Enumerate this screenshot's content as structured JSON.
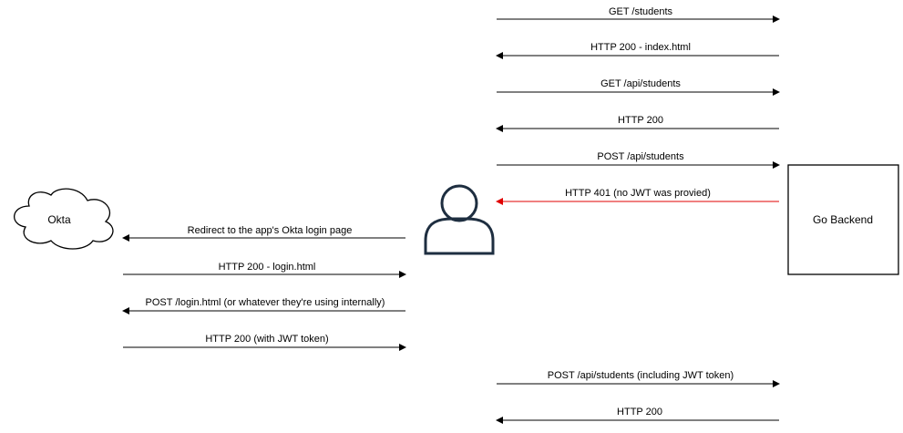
{
  "nodes": {
    "okta": {
      "label": "Okta"
    },
    "user": {
      "label": ""
    },
    "backend": {
      "label": "Go Backend"
    }
  },
  "colors": {
    "line": "#000000",
    "error": "#e00000"
  },
  "messages_backend": [
    {
      "label": "GET /students",
      "direction": "right",
      "status": "normal"
    },
    {
      "label": "HTTP 200 - index.html",
      "direction": "left",
      "status": "normal"
    },
    {
      "label": "GET /api/students",
      "direction": "right",
      "status": "normal"
    },
    {
      "label": "HTTP 200",
      "direction": "left",
      "status": "normal"
    },
    {
      "label": "POST /api/students",
      "direction": "right",
      "status": "normal"
    },
    {
      "label": "HTTP 401 (no JWT was provied)",
      "direction": "left",
      "status": "error"
    }
  ],
  "messages_okta": [
    {
      "label": "Redirect to the app's Okta login page",
      "direction": "left"
    },
    {
      "label": "HTTP 200 - login.html",
      "direction": "right"
    },
    {
      "label": "POST /login.html (or whatever they're using internally)",
      "direction": "left"
    },
    {
      "label": "HTTP 200 (with JWT token)",
      "direction": "right"
    }
  ],
  "messages_final": [
    {
      "label": "POST /api/students (including JWT token)",
      "direction": "right"
    },
    {
      "label": "HTTP 200",
      "direction": "left"
    }
  ]
}
